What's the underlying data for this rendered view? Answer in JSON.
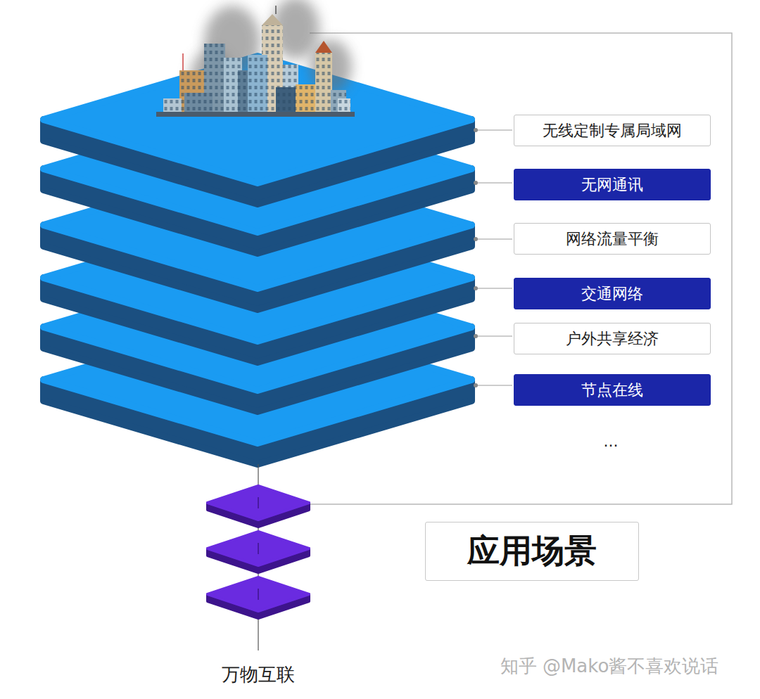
{
  "diagram": {
    "nodes": [
      {
        "text": [
          "无线定制专属局域网"
        ]
      },
      {
        "text": [
          "无网通讯"
        ]
      },
      {
        "text": [
          "网络流量平衡"
        ]
      },
      {
        "text": [
          "交通网络"
        ]
      },
      {
        "text": [
          "户外共享经济"
        ]
      },
      {
        "text": [
          "节点在线"
        ]
      },
      {
        "text": [
          "应用场景"
        ]
      }
    ],
    "labels": [
      "...",
      "万物互联",
      "知乎 @Mako酱不喜欢说话"
    ]
  }
}
